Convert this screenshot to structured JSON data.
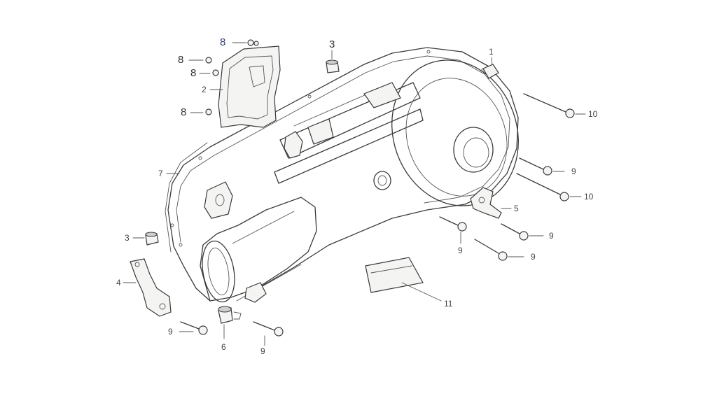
{
  "colors": {
    "line": "#3a3a3a",
    "label": "#444444",
    "accent": "#2e3f78",
    "background": "#ffffff"
  },
  "callouts": {
    "p1": "1",
    "p2": "2",
    "p3_top": "3",
    "p3_left": "3",
    "p4": "4",
    "p5": "5",
    "p6": "6",
    "p7": "7",
    "p8_blue": "8",
    "p8_a": "8",
    "p8_b": "8",
    "p8_c": "8",
    "p9_a": "9",
    "p9_b": "9",
    "p9_c": "9",
    "p9_d": "9",
    "p9_e": "9",
    "p9_f": "9",
    "p10_a": "10",
    "p10_b": "10",
    "p11": "11"
  }
}
